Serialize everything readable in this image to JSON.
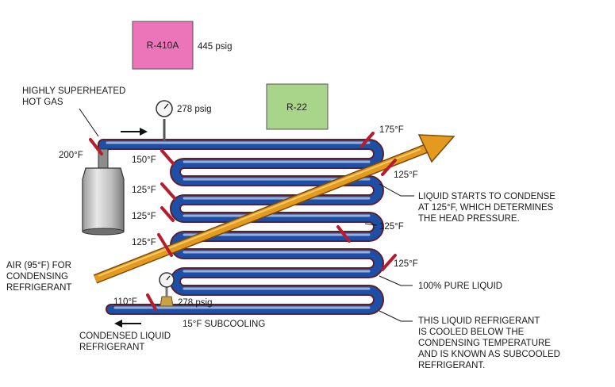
{
  "colors": {
    "r410a_box": "#ec74b8",
    "r22_box": "#a8d58a",
    "hot_pipe": "#c81e3a",
    "cool_pipe": "#1e4fa6",
    "air_arrow": "#e39a1e",
    "probe": "#b81c2c"
  },
  "refrigerants": {
    "r410a": {
      "label": "R-410A",
      "pressure": "445 psig"
    },
    "r22": {
      "label": "R-22"
    }
  },
  "gauges": {
    "top": {
      "label": "278 psig"
    },
    "bottom": {
      "label": "278 psig"
    }
  },
  "labels": {
    "hot_gas_1": "HIGHLY SUPERHEATED",
    "hot_gas_2": "HOT GAS",
    "air_1": "AIR (95°F) FOR",
    "air_2": "CONDENSING",
    "air_3": "REFRIGERANT",
    "condensed_1": "CONDENSED LIQUID",
    "condensed_2": "REFRIGERANT",
    "subcooling": "15°F SUBCOOLING",
    "condense_note_1": "LIQUID STARTS TO CONDENSE",
    "condense_note_2": "AT 125°F, WHICH DETERMINES",
    "condense_note_3": "THE HEAD PRESSURE.",
    "pure_liquid": "100% PURE LIQUID",
    "subcooled_1": "THIS LIQUID REFRIGERANT",
    "subcooled_2": "IS COOLED BELOW THE",
    "subcooled_3": "CONDENSING TEMPERATURE",
    "subcooled_4": "AND IS KNOWN AS SUBCOOLED",
    "subcooled_5": "REFRIGERANT."
  },
  "temperatures": {
    "inlet": "200°F",
    "t175": "175°F",
    "t150": "150°F",
    "left_125_a": "125°F",
    "left_125_b": "125°F",
    "left_125_c": "125°F",
    "right_125_a": "125°F",
    "right_125_b": "125°F",
    "right_125_c": "125°F",
    "outlet": "110°F"
  }
}
